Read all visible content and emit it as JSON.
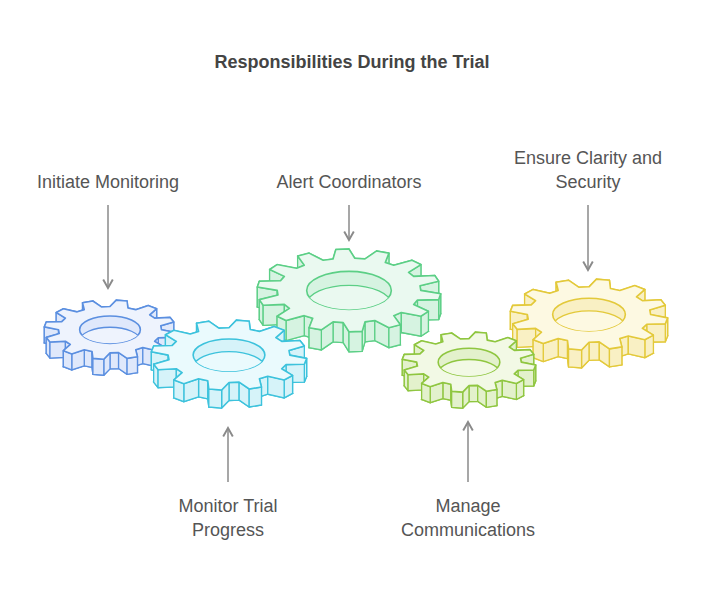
{
  "diagram": {
    "title": "Responsibilities During the Trial",
    "nodes": [
      {
        "text": [
          "Initiate Monitoring"
        ]
      },
      {
        "text": [
          "Monitor Trial Progress"
        ]
      },
      {
        "text": [
          "Alert Coordinators"
        ]
      },
      {
        "text": [
          "Manage Communications"
        ]
      },
      {
        "text": [
          "Ensure Clarity and Security"
        ]
      }
    ]
  }
}
